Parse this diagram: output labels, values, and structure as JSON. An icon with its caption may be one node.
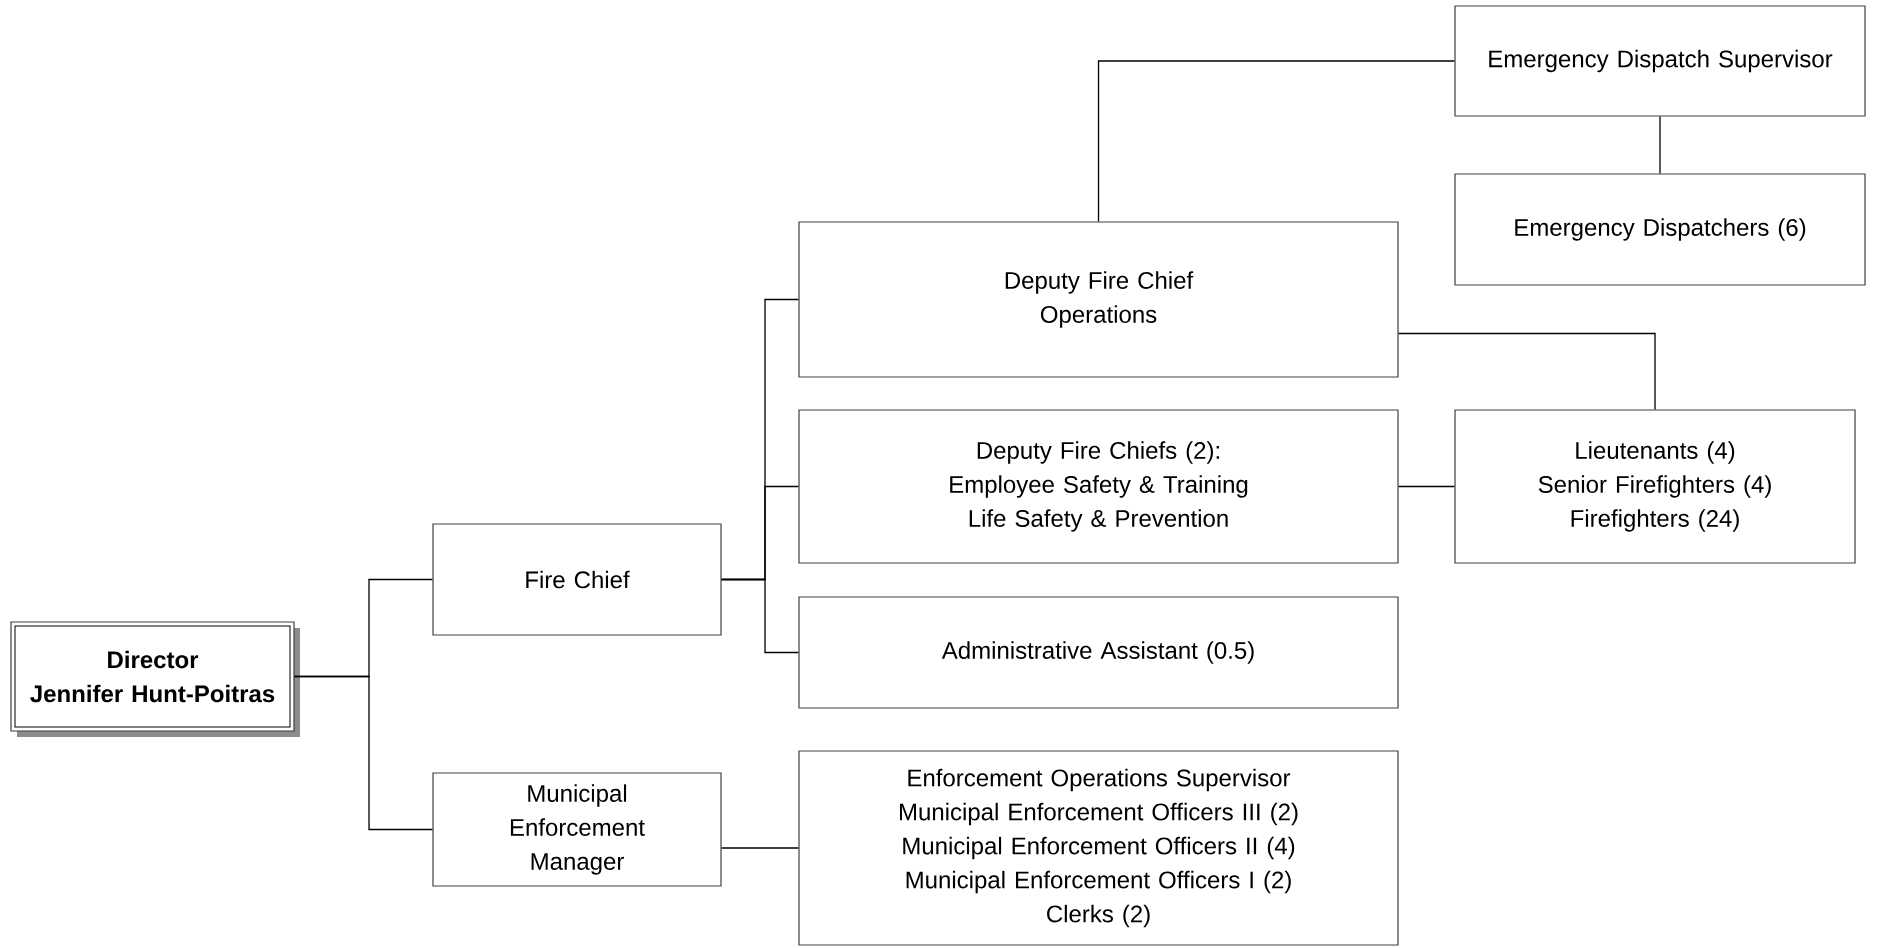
{
  "diagram": {
    "nodes": [
      {
        "text": [
          "Director",
          "Jennifer Hunt-Poitras"
        ]
      },
      {
        "text": [
          "Fire Chief"
        ]
      },
      {
        "text": [
          "Municipal Enforcement Manager"
        ]
      },
      {
        "text": [
          "Deputy Fire Chief",
          "Operations"
        ]
      },
      {
        "text": [
          "Deputy Fire Chiefs (2):",
          "Employee Safety & Training",
          "Life Safety & Prevention"
        ]
      },
      {
        "text": [
          "Administrative Assistant (0.5)"
        ]
      },
      {
        "text": [
          "Enforcement Operations Supervisor",
          "Municipal Enforcement Officers III (2)",
          "Municipal Enforcement Officers II (4)",
          "Municipal Enforcement Officers I (2)",
          "Clerks (2)"
        ]
      },
      {
        "text": [
          "Emergency Dispatch Supervisor"
        ]
      },
      {
        "text": [
          "Emergency Dispatchers (6)"
        ]
      },
      {
        "text": [
          "Lieutenants (4)",
          "Senior Firefighters (4)",
          "Firefighters (24)"
        ]
      }
    ],
    "edges": [
      {
        "from": 0,
        "to": 1,
        "arrow": "none"
      },
      {
        "from": 0,
        "to": 2,
        "arrow": "none"
      },
      {
        "from": 1,
        "to": 3,
        "arrow": "none"
      },
      {
        "from": 1,
        "to": 4,
        "arrow": "none"
      },
      {
        "from": 1,
        "to": 5,
        "arrow": "none"
      },
      {
        "from": 2,
        "to": 6,
        "arrow": "none"
      },
      {
        "from": 3,
        "to": 7,
        "arrow": "none"
      },
      {
        "from": 7,
        "to": 8,
        "arrow": "none"
      },
      {
        "from": 3,
        "to": 9,
        "arrow": "none"
      },
      {
        "from": 4,
        "to": 9,
        "arrow": "none"
      }
    ]
  }
}
